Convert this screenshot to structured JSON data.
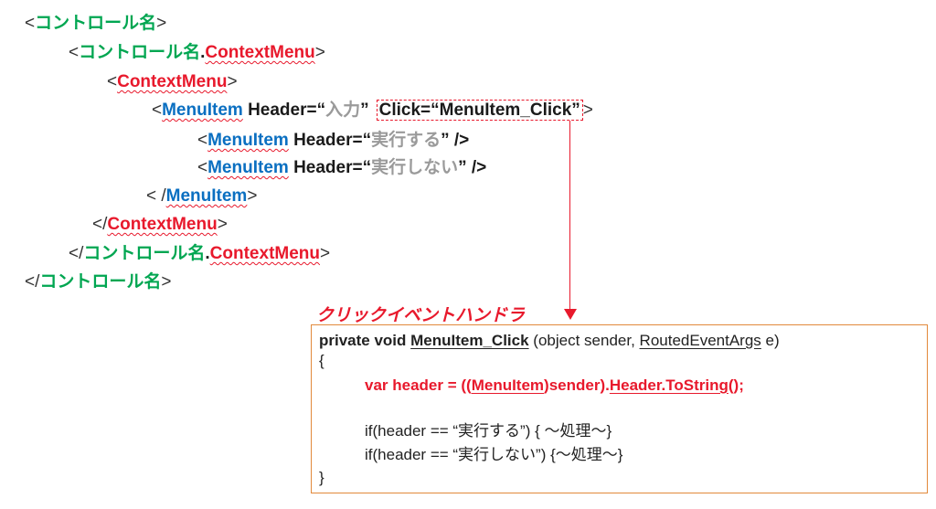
{
  "xaml": {
    "l1": {
      "lt": "<",
      "name": "コントロール名",
      "gt": ">"
    },
    "l2": {
      "lt": "<",
      "name": "コントロール名",
      "dot": ".",
      "ctx": "ContextMenu",
      "gt": ">"
    },
    "l3": {
      "lt": "<",
      "ctx": "ContextMenu",
      "gt": ">"
    },
    "l4": {
      "lt": "<",
      "tag": "MenuItem",
      "attr": " Header=“",
      "val": "入力",
      "q": "”",
      "click": "Click=“MenuItem_Click”",
      "gt": ">"
    },
    "l5": {
      "lt": "<",
      "tag": "MenuItem",
      "attr": " Header=“",
      "val": "実行する",
      "end": "” />"
    },
    "l6": {
      "lt": "<",
      "tag": "MenuItem",
      "attr": " Header=“",
      "val": "実行しない",
      "end": "” />"
    },
    "l7": {
      "lt": "< /",
      "tag": "MenuItem",
      "gt": ">"
    },
    "l8": {
      "lt": "</",
      "ctx": "ContextMenu",
      "gt": ">"
    },
    "l9": {
      "lt": "</",
      "name": "コントロール名",
      "dot": ".",
      "ctx": "ContextMenu",
      "gt": ">"
    },
    "l10": {
      "lt": "</",
      "name": "コントロール名",
      "gt": ">"
    }
  },
  "handler_title": "クリックイベントハンドラ",
  "code": {
    "sig_kw": "private void ",
    "sig_name": "MenuItem_Click",
    "sig_args1": " (object sender, ",
    "sig_type": "RoutedEventArgs",
    "sig_args2": " e)",
    "open": "{",
    "var_kw": "var header = ((",
    "var_type": "MenuItem",
    "var_mid": ")sender).",
    "var_prop": "Header.ToString",
    "var_end": "();",
    "if1": "if(header == “実行する”)  { ～処理～}",
    "if2": "if(header == “実行しない”) {～処理～}",
    "close": "}"
  },
  "colors": {
    "green": "#00a651",
    "red": "#e8192c",
    "blue": "#0a6fc1",
    "gray": "#9a9a9a",
    "box": "#e2893b"
  }
}
